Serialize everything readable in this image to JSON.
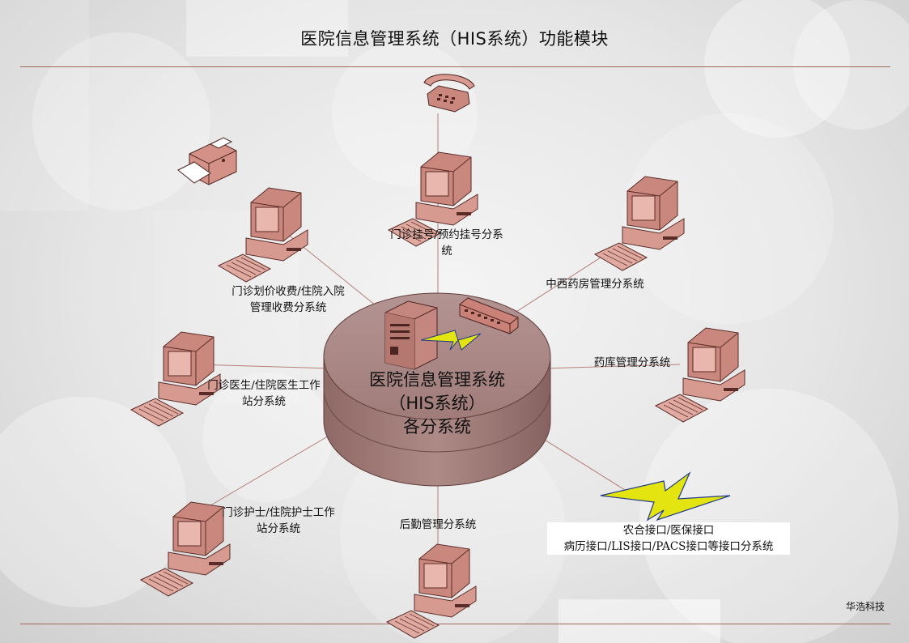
{
  "title": "医院信息管理系统（HIS系统）功能模块",
  "center": {
    "line1": "医院信息管理系统",
    "line2": "（HIS系统）",
    "line3": "各分系统"
  },
  "nodes": {
    "registration": {
      "line1": "门诊挂号/预约挂号分系",
      "line2": "统"
    },
    "billing": {
      "line1": "门诊划价收费/住院入院",
      "line2": "管理收费分系统"
    },
    "pharmacy": {
      "line1": "中西药房管理分系统"
    },
    "drug_store": {
      "line1": "药库管理分系统"
    },
    "doctor": {
      "line1": "门诊医生/住院医生工作",
      "line2": "站分系统"
    },
    "nurse": {
      "line1": "门诊护士/住院护士工作",
      "line2": "站分系统"
    },
    "logistics": {
      "line1": "后勤管理分系统"
    },
    "interfaces": {
      "line1": "农合接口/医保接口",
      "line2": "病历接口/LIS接口/PACS接口等接口分系统"
    }
  },
  "footer": {
    "brand": "华浩科技"
  },
  "colors": {
    "device": "#d4958b",
    "device_dark": "#9b5a52",
    "disk": "#a88684",
    "line": "#b07a72",
    "bolt": "#e4e410"
  },
  "icons": [
    "telephone-icon",
    "printer-icon",
    "computer-icon",
    "server-icon",
    "switch-icon",
    "lightning-icon"
  ]
}
